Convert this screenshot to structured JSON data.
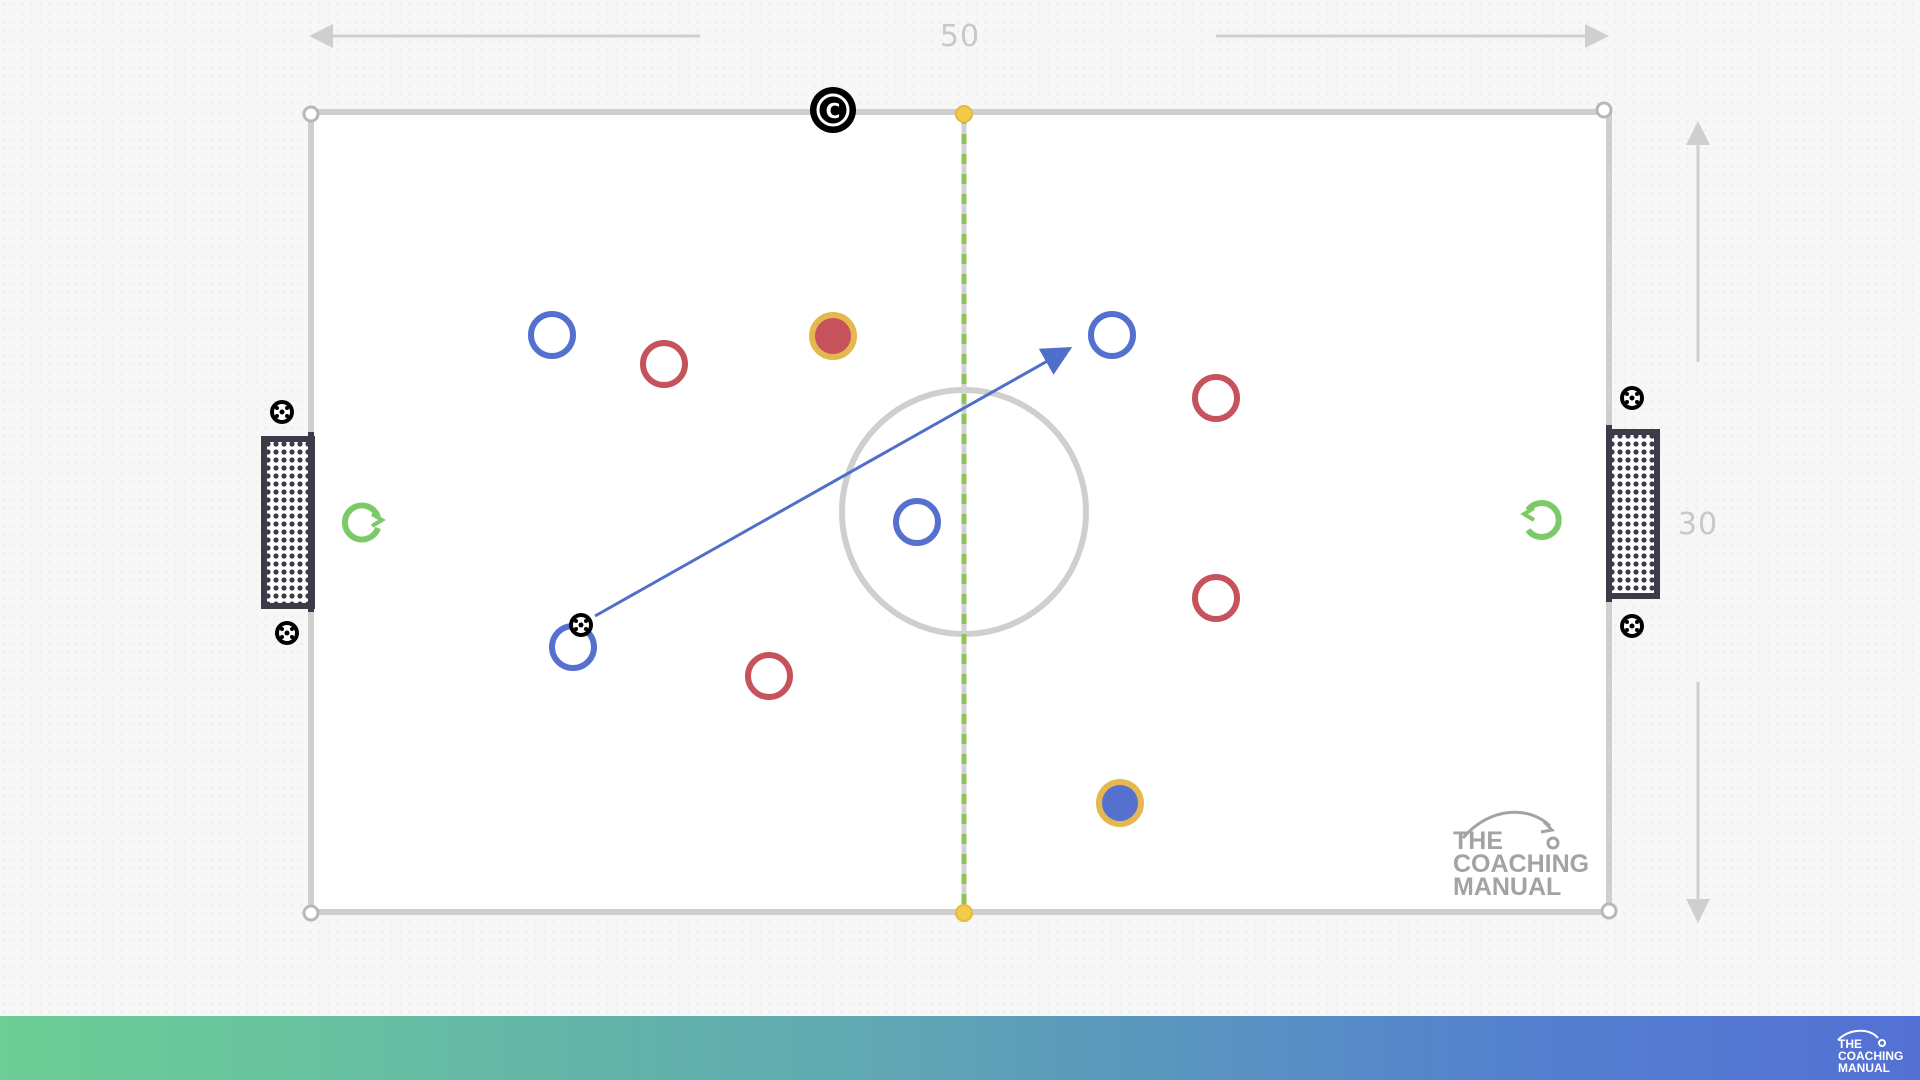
{
  "drill": {
    "length_label": "50",
    "width_label": "30"
  },
  "logo": {
    "line1": "THE",
    "line2": "COACHING",
    "line3": "MANUAL"
  },
  "coach_marker": {
    "symbol": "C"
  },
  "colors": {
    "pitch_line": "#cfcfcf",
    "blue_team": "#5570cf",
    "red_team": "#c6525c",
    "neutral_ring": "#e4b84f",
    "halfway_dash": "#8cc45a",
    "goalkeeper_icon": "#7cc96a",
    "pass_arrow": "#4f6fc8",
    "goal_frame": "#3d3b47"
  },
  "players": {
    "blue": 5,
    "red": 5,
    "neutral": 2,
    "goalkeepers": 2
  }
}
